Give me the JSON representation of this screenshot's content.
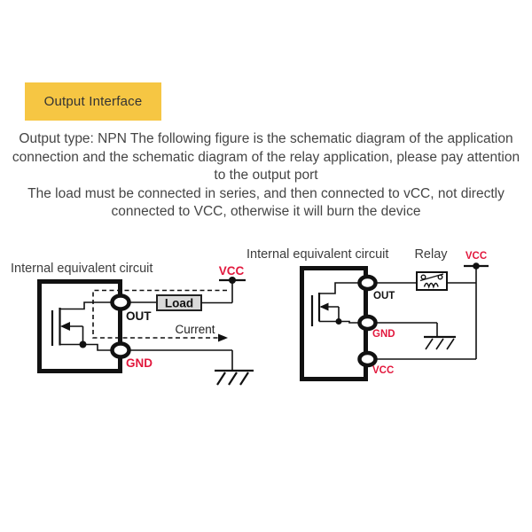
{
  "header": {
    "label": "Output Interface"
  },
  "intro": {
    "lines": [
      "Output type: NPN The following figure is the schematic diagram of the application",
      "connection and the schematic diagram of the relay application, please pay attention",
      "to the output port",
      "The load must be connected in series, and then connected to vCC, not directly",
      "connected to VCC, otherwise it will burn the device"
    ]
  },
  "colors": {
    "accent_yellow": "#F6C643",
    "accent_red": "#E2183D",
    "line_black": "#111111",
    "text_dark": "#454545",
    "load_fill": "#D9D9D9"
  },
  "left_circuit": {
    "title": "Internal equivalent circuit",
    "labels": {
      "vcc": "VCC",
      "out": "OUT",
      "gnd": "GND",
      "load": "Load",
      "current": "Current"
    }
  },
  "right_circuit": {
    "title": "Internal equivalent circuit",
    "relay": "Relay",
    "labels": {
      "vcc_top": "VCC",
      "out": "OUT",
      "gnd": "GND",
      "vcc_pin": "VCC"
    }
  }
}
